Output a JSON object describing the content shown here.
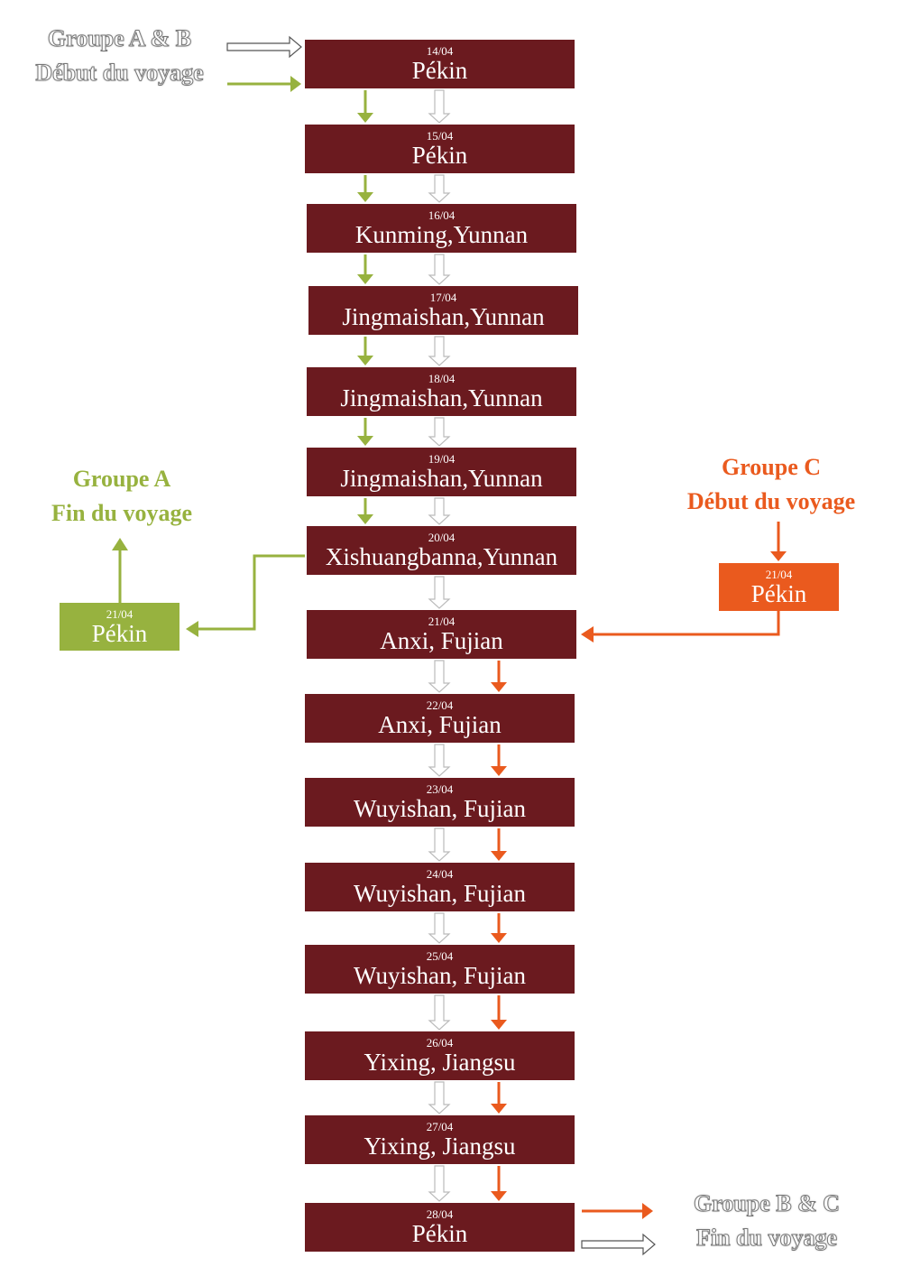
{
  "colors": {
    "main_box": "#6b1a1f",
    "group_a": "#97b23f",
    "group_c": "#ea5a1e",
    "group_b_arrow": "#ffffff"
  },
  "main_steps": [
    {
      "date": "14/04",
      "place": "Pékin"
    },
    {
      "date": "15/04",
      "place": "Pékin"
    },
    {
      "date": "16/04",
      "place": "Kunming,Yunnan"
    },
    {
      "date": "17/04",
      "place": "Jingmaishan,Yunnan"
    },
    {
      "date": "18/04",
      "place": "Jingmaishan,Yunnan"
    },
    {
      "date": "19/04",
      "place": "Jingmaishan,Yunnan"
    },
    {
      "date": "20/04",
      "place": "Xishuangbanna,Yunnan"
    },
    {
      "date": "21/04",
      "place": "Anxi, Fujian"
    },
    {
      "date": "22/04",
      "place": "Anxi, Fujian"
    },
    {
      "date": "23/04",
      "place": "Wuyishan, Fujian"
    },
    {
      "date": "24/04",
      "place": "Wuyishan, Fujian"
    },
    {
      "date": "25/04",
      "place": "Wuyishan, Fujian"
    },
    {
      "date": "26/04",
      "place": "Yixing, Jiangsu"
    },
    {
      "date": "27/04",
      "place": "Yixing, Jiangsu"
    },
    {
      "date": "28/04",
      "place": "Pékin"
    }
  ],
  "group_a_end_box": {
    "date": "21/04",
    "place": "Pékin"
  },
  "group_c_start_box": {
    "date": "21/04",
    "place": "Pékin"
  },
  "labels": {
    "ab_start": {
      "line1": "Groupe A & B",
      "line2": "Début du voyage"
    },
    "a_end": {
      "line1": "Groupe A",
      "line2": "Fin du voyage"
    },
    "c_start": {
      "line1": "Groupe C",
      "line2": "Début du voyage"
    },
    "bc_end": {
      "line1": "Groupe B & C",
      "line2": "Fin du voyage"
    }
  }
}
